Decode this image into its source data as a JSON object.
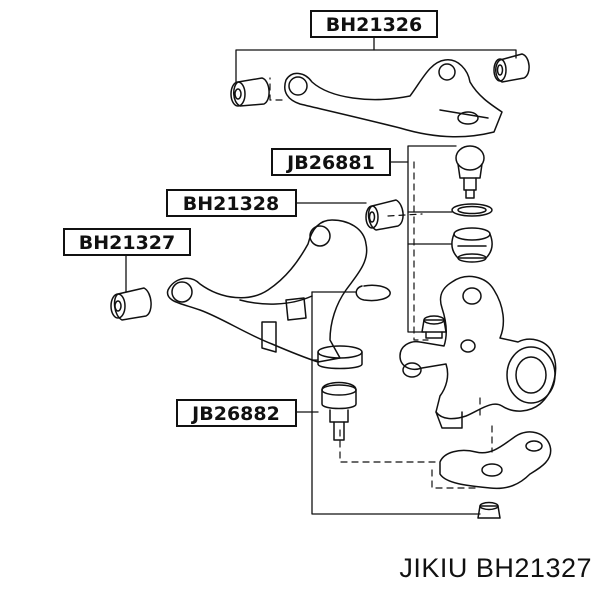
{
  "labels": {
    "bh21326": "BH21326",
    "jb26881": "JB26881",
    "bh21328": "BH21328",
    "bh21327": "BH21327",
    "jb26882": "JB26882"
  },
  "footer": {
    "brand": "JIKIU",
    "part_number": "BH21327"
  },
  "colors": {
    "ink": "#111111",
    "background": "#ffffff"
  }
}
